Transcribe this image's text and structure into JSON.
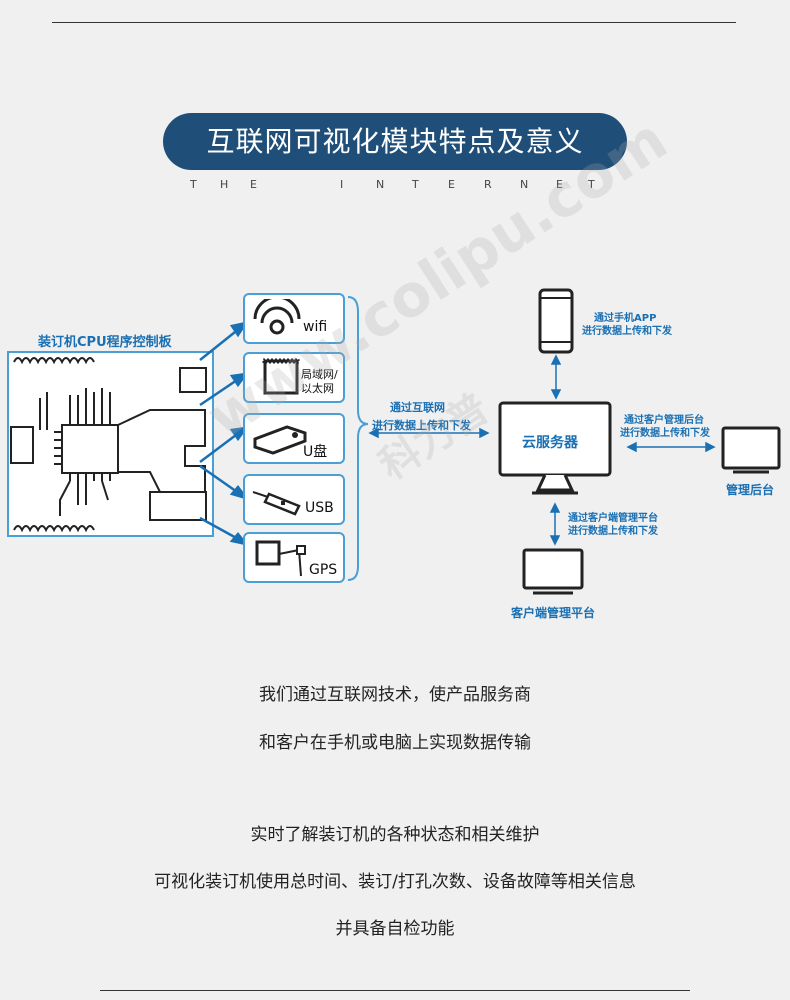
{
  "header": {
    "title": "互联网可视化模块特点及意义",
    "subtitle_letters": [
      "T",
      "H",
      "E",
      "I",
      "N",
      "T",
      "E",
      "R",
      "N",
      "E",
      "T"
    ]
  },
  "board": {
    "label": "装订机CPU程序控制板"
  },
  "ports": [
    {
      "name": "wifi",
      "label": "wifi"
    },
    {
      "name": "lan",
      "label_line1": "局域网/",
      "label_line2": "以太网"
    },
    {
      "name": "udisk",
      "label": "U盘"
    },
    {
      "name": "usb",
      "label": "USB"
    },
    {
      "name": "gps",
      "label": "GPS"
    }
  ],
  "connection": {
    "line1": "通过互联网",
    "line2": "进行数据上传和下发"
  },
  "server": {
    "label": "云服务器"
  },
  "phone_link": {
    "line1": "通过手机APP",
    "line2": "进行数据上传和下发"
  },
  "admin_link": {
    "line1": "通过客户管理后台",
    "line2": "进行数据上传和下发"
  },
  "admin": {
    "label": "管理后台"
  },
  "client_link": {
    "line1": "通过客户端管理平台",
    "line2": "进行数据上传和下发"
  },
  "client": {
    "label": "客户端管理平台"
  },
  "watermark": "www.colipu.com",
  "watermark_brand": "科力普",
  "paragraph1": [
    "我们通过互联网技术，使产品服务商",
    "和客户在手机或电脑上实现数据传输"
  ],
  "paragraph2": [
    "实时了解装订机的各种状态和相关维护",
    "可视化装订机使用总时间、装订/打孔次数、设备故障等相关信息",
    "并具备自检功能"
  ],
  "colors": {
    "accent": "#1f4e79",
    "blue": "#1a70b3",
    "border": "#4a9fd6"
  }
}
